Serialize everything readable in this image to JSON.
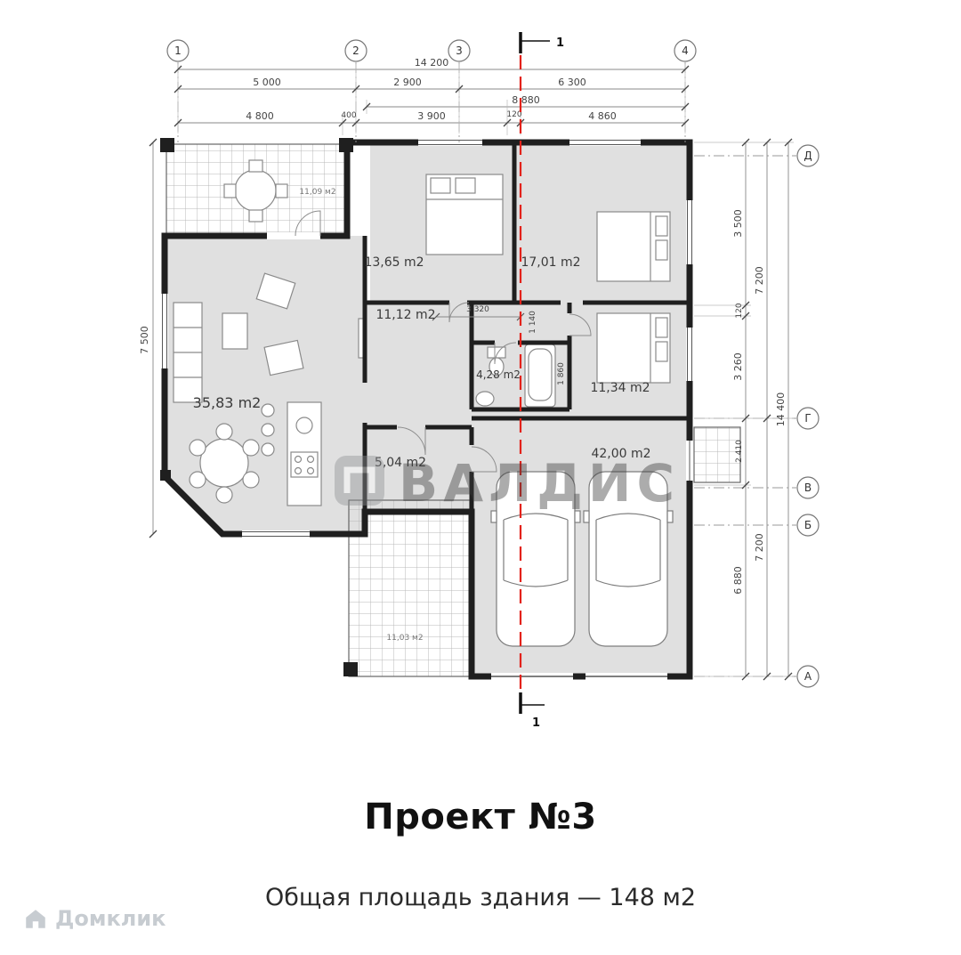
{
  "page": {
    "title": "Проект №3",
    "subtitle": "Общая площадь здания — 148 м2",
    "watermark": "ВАЛДИС",
    "brand": "Домклик"
  },
  "axes": {
    "columns": [
      "1",
      "2",
      "3",
      "4"
    ],
    "rows": [
      "Д",
      "Г",
      "В",
      "Б",
      "А"
    ],
    "section": "1"
  },
  "dims": {
    "top_overall": "14 200",
    "top_row2": [
      "5 000",
      "2 900",
      "6 300"
    ],
    "top_row3": "8 880",
    "top_row4": [
      "4 800",
      "400",
      "3 900",
      "120",
      "4 860"
    ],
    "left": "7 500",
    "right_col1": [
      "3 500",
      "120",
      "3 260",
      "2 410",
      "6 880"
    ],
    "right_col2": [
      "7 200",
      "7 200"
    ],
    "right_col3": "14 400",
    "interior": [
      "3 320",
      "1 140",
      "1 860"
    ]
  },
  "rooms": [
    {
      "name": "bedroom-1",
      "label": "13,65 m2"
    },
    {
      "name": "bedroom-2",
      "label": "17,01 m2"
    },
    {
      "name": "hallway",
      "label": "11,12 m2"
    },
    {
      "name": "bathroom",
      "label": "4,28 m2"
    },
    {
      "name": "bedroom-3",
      "label": "11,34 m2"
    },
    {
      "name": "living-room",
      "label": "35,83 m2"
    },
    {
      "name": "entry",
      "label": "5,04 m2"
    },
    {
      "name": "garage",
      "label": "42,00 m2"
    }
  ],
  "terraces": [
    {
      "label": "11,09 м2"
    },
    {
      "label": "11,03 м2"
    }
  ]
}
